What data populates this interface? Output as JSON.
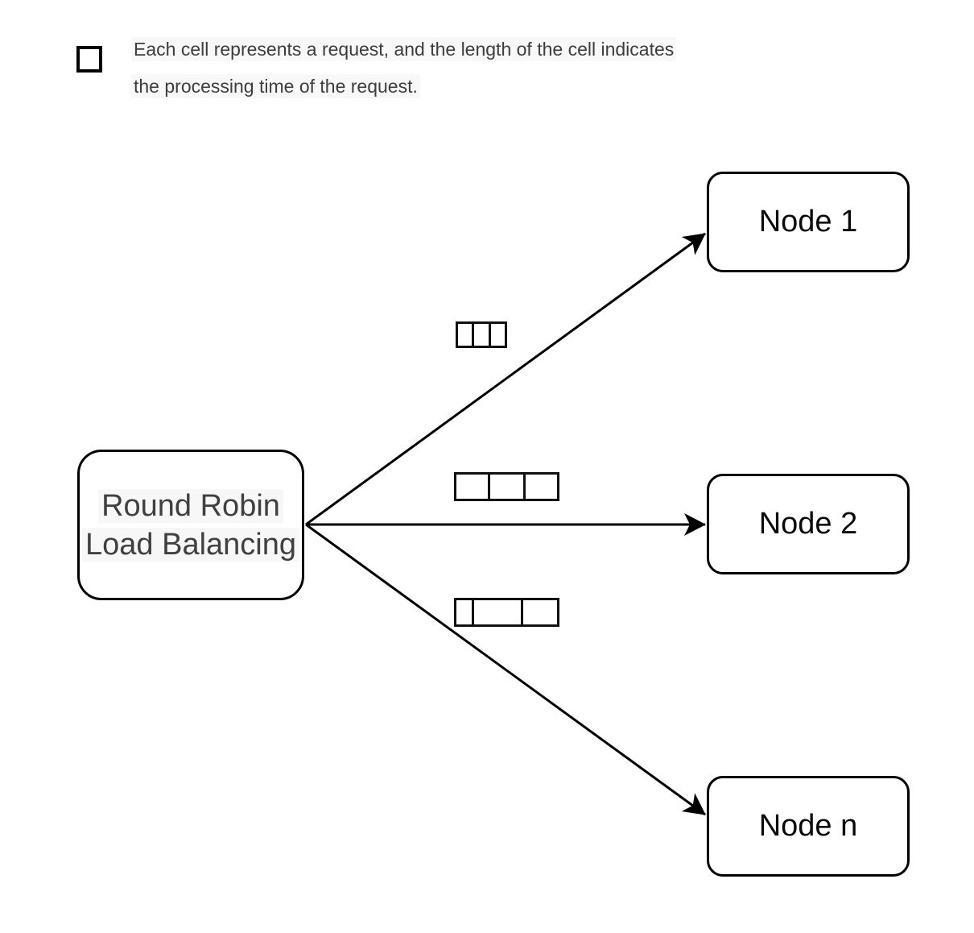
{
  "legend": {
    "icon": "cell-square-icon",
    "lines": [
      "Each cell represents a request, and the length of the cell indicates",
      "the processing time of the request."
    ]
  },
  "balancer": {
    "lines": [
      "Round Robin",
      "Load Balancing"
    ]
  },
  "nodes": [
    {
      "label": "Node 1"
    },
    {
      "label": "Node 2"
    },
    {
      "label": "Node n"
    }
  ],
  "cell_groups": [
    {
      "target": "Node 1",
      "segments": [
        21,
        21,
        21
      ]
    },
    {
      "target": "Node 2",
      "segments": [
        42,
        43,
        42
      ]
    },
    {
      "target": "Node n",
      "segments": [
        20,
        63,
        45
      ]
    }
  ],
  "colors": {
    "stroke": "#000000",
    "box_border": "#000000",
    "balancer_text": "#404040",
    "node_text": "#0a0a0a",
    "legend_text": "#3d3d3d",
    "background": "#ffffff"
  }
}
